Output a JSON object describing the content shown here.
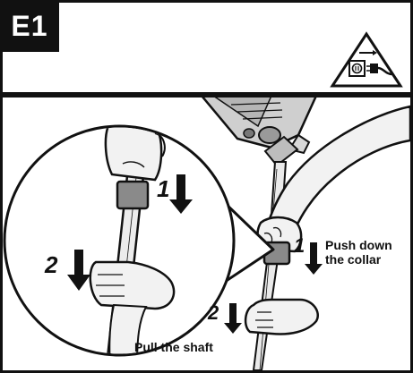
{
  "header": {
    "step_badge": "E1"
  },
  "warning": {
    "icon": "unplug-before-servicing-icon"
  },
  "annotations": {
    "detail_step1_num": "1",
    "detail_step2_num": "2",
    "main_step1_num": "1",
    "main_step1_text_line1": "Push down",
    "main_step1_text_line2": "the collar",
    "main_step2_num": "2",
    "main_step2_text": "Pull the shaft"
  },
  "colors": {
    "ink": "#111111",
    "paper": "#ffffff",
    "collar": "#8a8a8a",
    "skin": "#f2f2f2"
  }
}
